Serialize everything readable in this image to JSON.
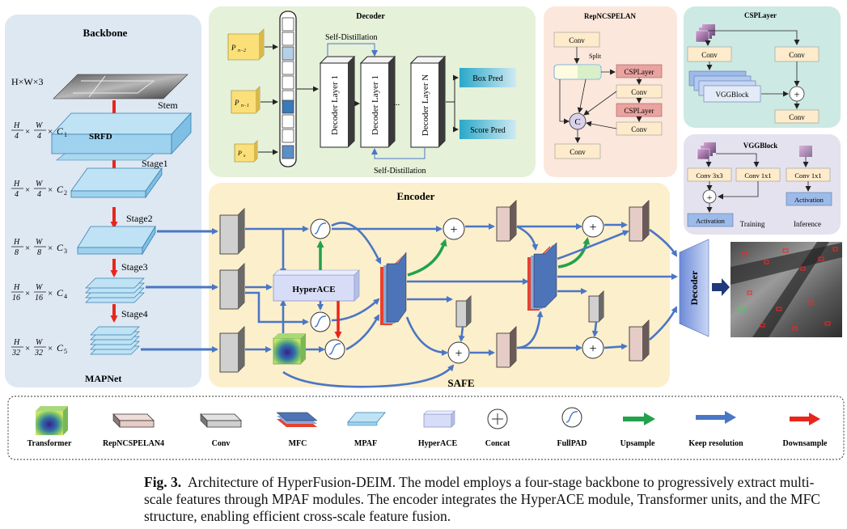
{
  "backbone": {
    "title": "Backbone",
    "input_label": "H×W×3",
    "stem": "Stem",
    "srfd": "SRFD",
    "stages": [
      "Stage1",
      "Stage2",
      "Stage3",
      "Stage4"
    ],
    "feature_sizes": [
      {
        "num": "H",
        "den": "4",
        "num2": "W",
        "den2": "4",
        "c": "C",
        "sub": "1"
      },
      {
        "num": "H",
        "den": "4",
        "num2": "W",
        "den2": "4",
        "c": "C",
        "sub": "2"
      },
      {
        "num": "H",
        "den": "8",
        "num2": "W",
        "den2": "8",
        "c": "C",
        "sub": "3"
      },
      {
        "num": "H",
        "den": "16",
        "num2": "W",
        "den2": "16",
        "c": "C",
        "sub": "4"
      },
      {
        "num": "H",
        "den": "32",
        "num2": "W",
        "den2": "32",
        "c": "C",
        "sub": "5"
      }
    ],
    "name": "MAPNet"
  },
  "decoder": {
    "title": "Decoder",
    "inputs": [
      {
        "main": "P",
        "sub": "n−2"
      },
      {
        "main": "P",
        "sub": "n−1"
      },
      {
        "main": "P",
        "sub": "n"
      }
    ],
    "self_distillation_top": "Self-Distillation",
    "self_distillation_bottom": "Self-Distillation",
    "layers": [
      "Decoder Layer 1",
      "Decoder Layer 1",
      "Decoder Layer N"
    ],
    "ellipsis": "...",
    "box_pred": "Box Pred",
    "score_pred": "Score Pred"
  },
  "repncspelan": {
    "title": "RepNCSPELAN",
    "conv": "Conv",
    "split": "Split",
    "csp": "CSPLayer",
    "concat": "C"
  },
  "csplayer": {
    "title": "CSPLayer",
    "conv": "Conv",
    "vgg": "VGGBlock",
    "plus": "+"
  },
  "vggblock": {
    "title": "VGGBlock",
    "conv3": "Conv 3x3",
    "conv1": "Conv 1x1",
    "activation": "Activation",
    "training": "Training",
    "inference": "Inference",
    "plus": "+"
  },
  "encoder": {
    "title": "Encoder",
    "hyperace": "HyperACE",
    "safe": "SAFE",
    "decoder_label": "Decoder",
    "plus": "+"
  },
  "legend": [
    {
      "icon": "transformer",
      "label": "Transformer"
    },
    {
      "icon": "repncspelan4",
      "label": "RepNCSPELAN4"
    },
    {
      "icon": "conv",
      "label": "Conv"
    },
    {
      "icon": "mfc",
      "label": "MFC"
    },
    {
      "icon": "mpaf",
      "label": "MPAF"
    },
    {
      "icon": "hyperace",
      "label": "HyperACE"
    },
    {
      "icon": "concat",
      "label": "Concat"
    },
    {
      "icon": "fullpad",
      "label": "FullPAD"
    },
    {
      "icon": "upsample",
      "label": "Upsample"
    },
    {
      "icon": "keep",
      "label": "Keep resolution"
    },
    {
      "icon": "downsample",
      "label": "Downsample"
    }
  ],
  "caption": {
    "label": "Fig. 3.",
    "text": "Architecture of HyperFusion-DEIM. The model employs a four-stage backbone to progressively extract multi-scale features through MPAF modules. The encoder integrates the HyperACE module, Transformer units, and the MFC structure, enabling efficient cross-scale feature fusion."
  },
  "colors": {
    "backbone_bg": "#dde8f3",
    "decoder_bg": "#e5f1d9",
    "rep_bg": "#fbe7dc",
    "csp_bg": "#cde9e3",
    "vgg_bg": "#e4e2ee",
    "encoder_bg": "#fcefcb",
    "arrow_blue": "#4a76c6",
    "arrow_red": "#e8261c",
    "arrow_green": "#23a14c",
    "conv_box": "#fdebcb",
    "csp_box": "#e9a3a0"
  }
}
